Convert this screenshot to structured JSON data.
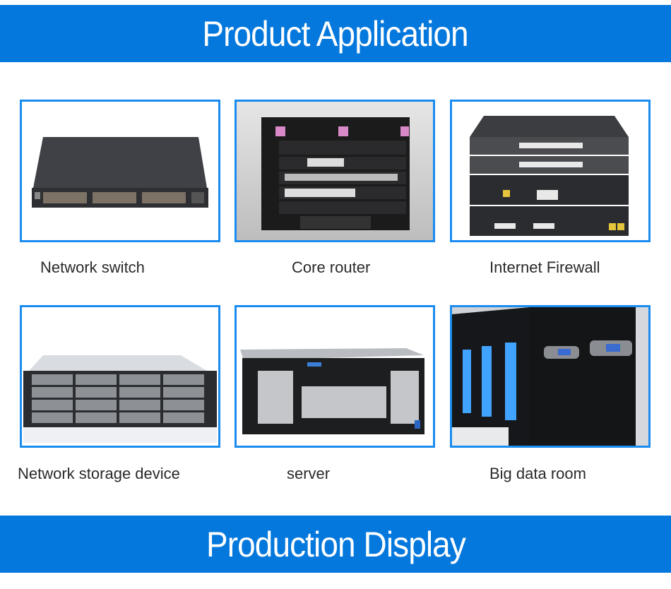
{
  "banners": {
    "top": "Product Application",
    "bottom": "Production Display"
  },
  "colors": {
    "banner": "#0478dc",
    "card_border": "#1a8cf0",
    "caption_text": "#2a2a2a"
  },
  "products": [
    {
      "label": "Network switch",
      "image": "network-switch-image"
    },
    {
      "label": "Core router",
      "image": "core-router-image"
    },
    {
      "label": "Internet Firewall",
      "image": "firewall-image"
    },
    {
      "label": "Network storage device",
      "image": "storage-device-image"
    },
    {
      "label": "server",
      "image": "server-image"
    },
    {
      "label": "Big data room",
      "image": "data-room-image"
    }
  ]
}
